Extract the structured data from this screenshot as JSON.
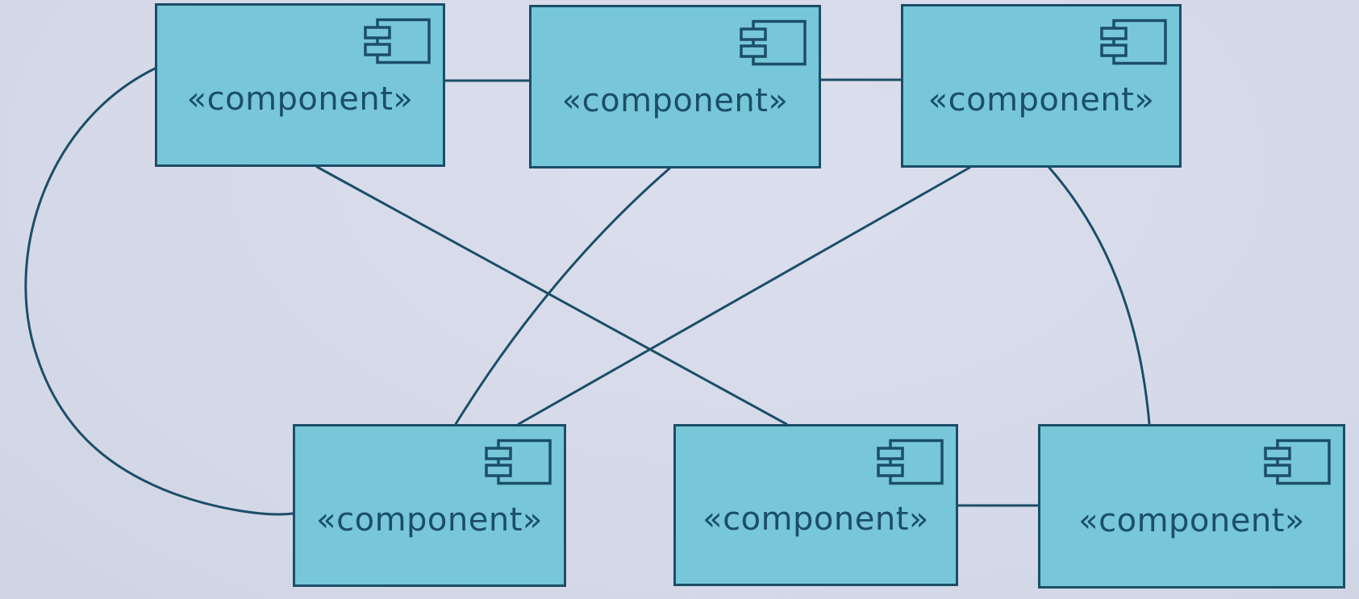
{
  "diagram": {
    "kind": "uml-component-diagram",
    "nodes": [
      {
        "id": "component-1",
        "label": "«component»"
      },
      {
        "id": "component-2",
        "label": "«component»"
      },
      {
        "id": "component-3",
        "label": "«component»"
      },
      {
        "id": "component-4",
        "label": "«component»"
      },
      {
        "id": "component-5",
        "label": "«component»"
      },
      {
        "id": "component-6",
        "label": "«component»"
      }
    ],
    "edges": [
      {
        "from": "component-1",
        "to": "component-2"
      },
      {
        "from": "component-2",
        "to": "component-3"
      },
      {
        "from": "component-1",
        "to": "component-4"
      },
      {
        "from": "component-1",
        "to": "component-5"
      },
      {
        "from": "component-2",
        "to": "component-4"
      },
      {
        "from": "component-3",
        "to": "component-4"
      },
      {
        "from": "component-3",
        "to": "component-6"
      },
      {
        "from": "component-5",
        "to": "component-6"
      }
    ],
    "colors": {
      "node_fill": "#77c7d9",
      "node_border": "#1b4e68",
      "connector": "#1b4e68",
      "text": "#1b4e68",
      "background": "#d6dae8"
    }
  }
}
